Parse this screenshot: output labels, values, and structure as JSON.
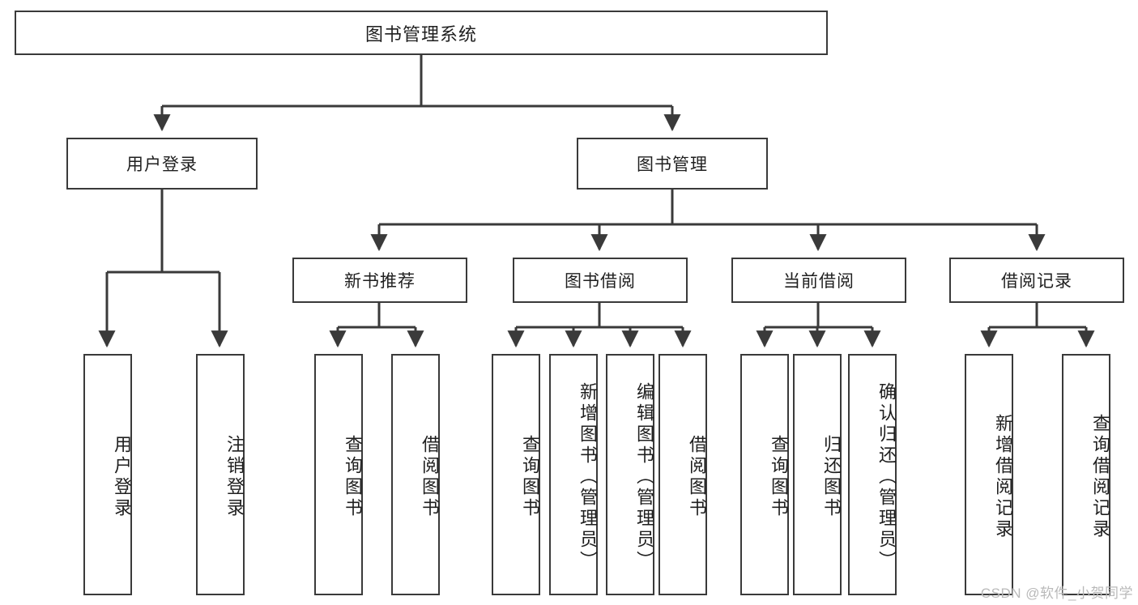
{
  "diagram": {
    "type": "tree",
    "title": "图书管理系统",
    "watermark": "CSDN @软件_小贺同学",
    "colors": {
      "box_border": "#3a3a3a",
      "box_fill": "#ffffff",
      "edge": "#3a3a3a",
      "text": "#1f1f1f",
      "watermark": "#b9b9b9",
      "background": "#ffffff"
    },
    "root": {
      "label": "图书管理系统"
    },
    "level2": [
      {
        "label": "用户登录"
      },
      {
        "label": "图书管理"
      }
    ],
    "level3": [
      {
        "label": "新书推荐"
      },
      {
        "label": "图书借阅"
      },
      {
        "label": "当前借阅"
      },
      {
        "label": "借阅记录"
      }
    ],
    "leaves": [
      {
        "label": "用户登录",
        "parent": "用户登录"
      },
      {
        "label": "注销登录",
        "parent": "用户登录"
      },
      {
        "label": "查询图书",
        "parent": "新书推荐"
      },
      {
        "label": "借阅图书",
        "parent": "新书推荐"
      },
      {
        "label": "查询图书",
        "parent": "图书借阅"
      },
      {
        "label": "新增图书（管理员）",
        "parent": "图书借阅"
      },
      {
        "label": "编辑图书（管理员）",
        "parent": "图书借阅"
      },
      {
        "label": "借阅图书",
        "parent": "图书借阅"
      },
      {
        "label": "查询图书",
        "parent": "当前借阅"
      },
      {
        "label": "归还图书",
        "parent": "当前借阅"
      },
      {
        "label": "确认归还（管理员）",
        "parent": "当前借阅"
      },
      {
        "label": "新增借阅记录",
        "parent": "借阅记录"
      },
      {
        "label": "查询借阅记录",
        "parent": "借阅记录"
      }
    ]
  }
}
